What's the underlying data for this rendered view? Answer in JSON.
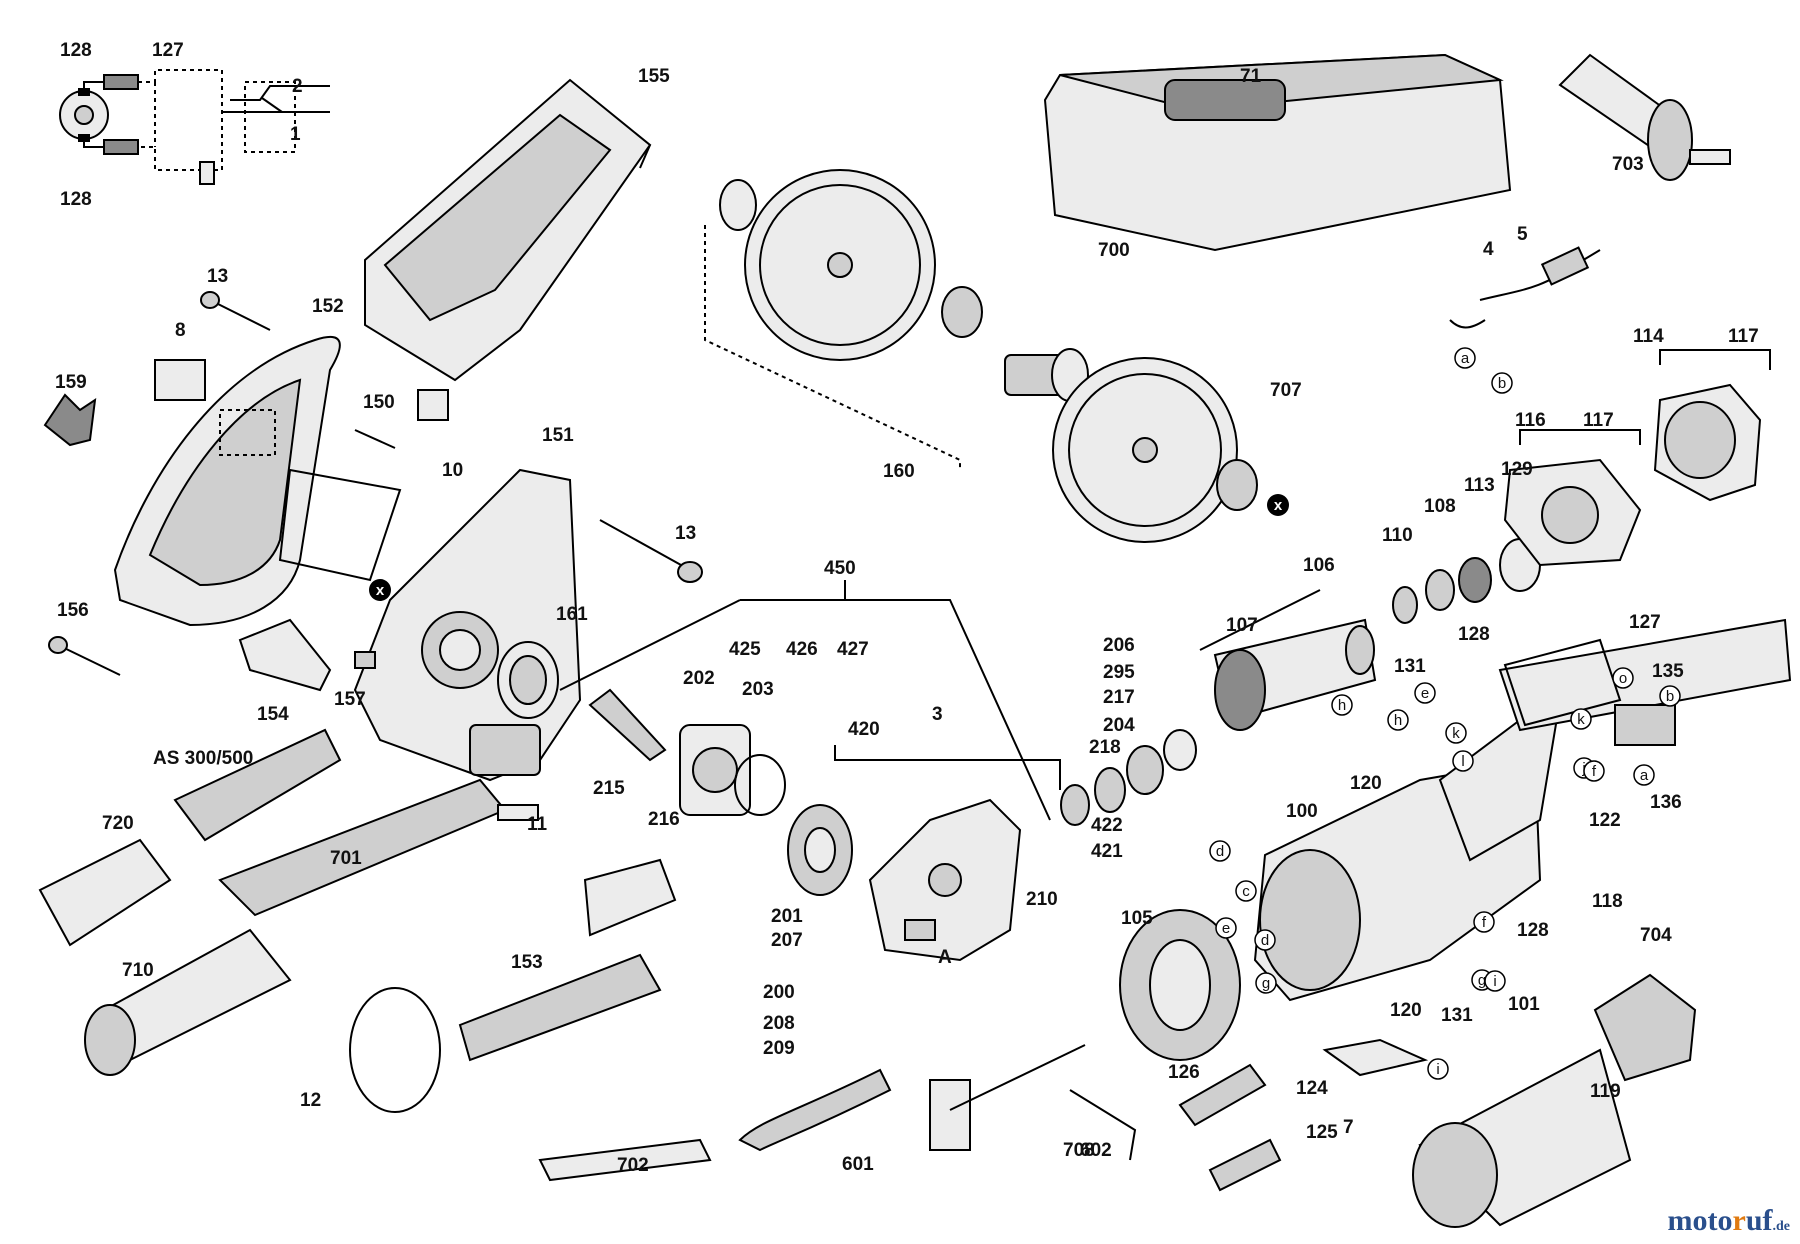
{
  "model_label": "AS 300/500",
  "watermark": {
    "brand_main": "moto",
    "brand_accent": "r",
    "brand_tail": "uf",
    "tld": ".de"
  },
  "callouts": [
    "128",
    "127",
    "128",
    "155",
    "71",
    "703",
    "700",
    "4",
    "5",
    "13",
    "152",
    "8",
    "159",
    "150",
    "10",
    "151",
    "13",
    "160",
    "707",
    "114",
    "117",
    "116",
    "117",
    "129",
    "113",
    "108",
    "110",
    "106",
    "156",
    "154",
    "157",
    "161",
    "450",
    "425",
    "426",
    "427",
    "202",
    "203",
    "215",
    "216",
    "420",
    "3",
    "107",
    "206",
    "295",
    "217",
    "204",
    "218",
    "131",
    "128",
    "127",
    "135",
    "120",
    "122",
    "136",
    "118",
    "422",
    "421",
    "210",
    "201",
    "207",
    "200",
    "208",
    "209",
    "100",
    "105",
    "128",
    "120",
    "131",
    "126",
    "124",
    "125",
    "7",
    "101",
    "704",
    "119",
    "720",
    "701",
    "710",
    "153",
    "12",
    "702",
    "601",
    "708",
    "602",
    "11",
    "2",
    "1"
  ],
  "circle_letters": [
    "a",
    "b",
    "h",
    "e",
    "k",
    "h",
    "o",
    "b",
    "k",
    "j",
    "a",
    "f",
    "l",
    "d",
    "c",
    "e",
    "d",
    "f",
    "g",
    "g",
    "i",
    "i"
  ],
  "circle_marks": [
    "x",
    "x"
  ],
  "component_letter": "A"
}
